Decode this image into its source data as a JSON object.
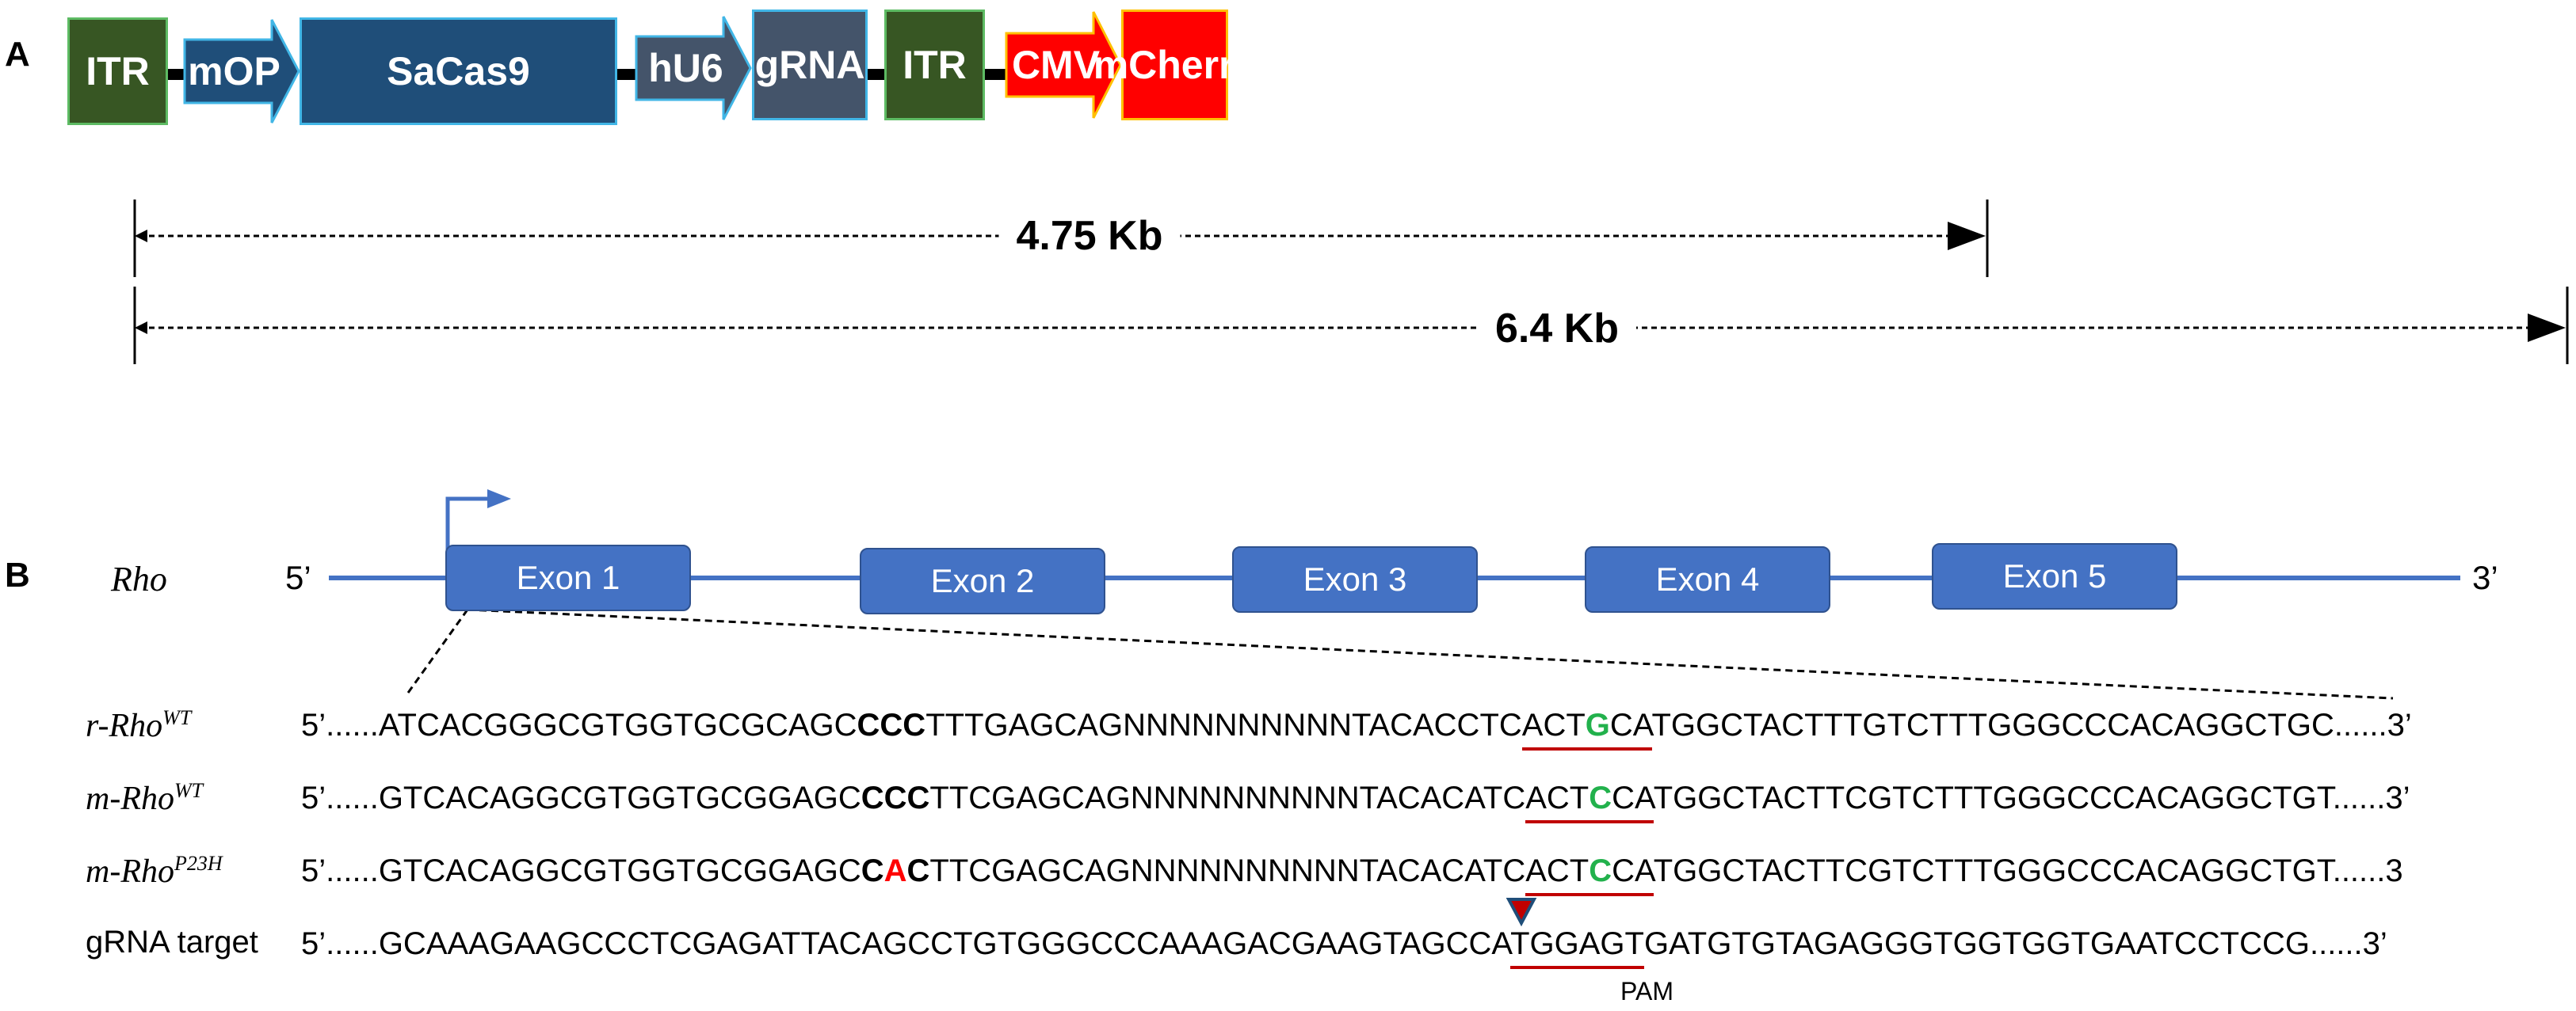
{
  "panel_a": {
    "letter": "A",
    "elements": [
      {
        "id": "itr1",
        "label": "ITR",
        "shape": "box",
        "fill": "#375623",
        "border": "#5dbb63"
      },
      {
        "id": "mop",
        "label": "mOP",
        "shape": "arrow",
        "fill": "#1f4e79",
        "border": "#41b6e6"
      },
      {
        "id": "sacas9",
        "label": "SaCas9",
        "shape": "box",
        "fill": "#1f4e79",
        "border": "#41b6e6"
      },
      {
        "id": "hu6",
        "label": "hU6",
        "shape": "arrow",
        "fill": "#44546a",
        "border": "#41b6e6"
      },
      {
        "id": "grna",
        "label": "gRNA",
        "shape": "box",
        "fill": "#44546a",
        "border": "#41b6e6"
      },
      {
        "id": "itr2",
        "label": "ITR",
        "shape": "box",
        "fill": "#375623",
        "border": "#5dbb63"
      },
      {
        "id": "cmv",
        "label": "CMV",
        "shape": "arrow",
        "fill": "#ff0000",
        "border": "#ffc000"
      },
      {
        "id": "mcherry",
        "label": "mCherry",
        "shape": "box",
        "fill": "#ff0000",
        "border": "#ffc000"
      }
    ],
    "size_bars": [
      {
        "label": "4.75 Kb"
      },
      {
        "label": "6.4 Kb"
      }
    ]
  },
  "panel_b": {
    "letter": "B",
    "gene_name": "Rho",
    "five_prime": "5’",
    "three_prime": "3’",
    "exons": [
      "Exon 1",
      "Exon 2",
      "Exon 3",
      "Exon 4",
      "Exon 5"
    ],
    "sequences": [
      {
        "name": "r-Rho",
        "sup": "WT",
        "segments": [
          {
            "t": "5’......ATCACGGGCGTGGTGCGCAGC",
            "s": ""
          },
          {
            "t": "CCC",
            "s": "b"
          },
          {
            "t": "TTTGAGCAGNNNNNNNNNNTACACCTC",
            "s": ""
          },
          {
            "t": "ACT",
            "s": "u"
          },
          {
            "t": "G",
            "s": "green u"
          },
          {
            "t": "CA",
            "s": "u"
          },
          {
            "t": "TGGCTACTTTGTCTTTGGGCCCACAGGCTGC......3’",
            "s": ""
          }
        ]
      },
      {
        "name": "m-Rho",
        "sup": "WT",
        "segments": [
          {
            "t": "5’......GTCACAGGCGTGGTGCGGAGC",
            "s": ""
          },
          {
            "t": "CCC",
            "s": "b"
          },
          {
            "t": "TTCGAGCAGNNNNNNNNNNTACACATC",
            "s": ""
          },
          {
            "t": "ACT",
            "s": "u"
          },
          {
            "t": "C",
            "s": "green u"
          },
          {
            "t": "CA",
            "s": "u"
          },
          {
            "t": "TGGCTACTTCGTCTTTGGGCCCACAGGCTGT......3’",
            "s": ""
          }
        ]
      },
      {
        "name": "m-Rho",
        "sup": "P23H",
        "segments": [
          {
            "t": "5’......GTCACAGGCGTGGTGCGGAGC",
            "s": ""
          },
          {
            "t": "C",
            "s": "b"
          },
          {
            "t": "A",
            "s": "red"
          },
          {
            "t": "C",
            "s": "b"
          },
          {
            "t": "TTCGAGCAGNNNNNNNNNNTACACATC",
            "s": ""
          },
          {
            "t": "ACT",
            "s": "u"
          },
          {
            "t": "C",
            "s": "green u"
          },
          {
            "t": "CA",
            "s": "u"
          },
          {
            "t": "TGGCTACTTCGTCTTTGGGCCCACAGGCTGT......3",
            "s": ""
          }
        ]
      },
      {
        "name": "gRNA target",
        "sup": "",
        "segments": [
          {
            "t": "5’......GCAAAGAAGCCCTCGAGATTACAGCCTGTGGGCCCAAAGACGAAGTAGCCA",
            "s": ""
          },
          {
            "t": "TGGAGT",
            "s": "u"
          },
          {
            "t": "GATGTGTAGAGGGTGGTGGTGAATCCTCCG......3’",
            "s": ""
          }
        ]
      }
    ],
    "pam_label": "PAM",
    "colors": {
      "exon": "#4472c4",
      "line": "#4472c4",
      "underline": "#c00000",
      "cut_marker": "#c00000"
    }
  }
}
